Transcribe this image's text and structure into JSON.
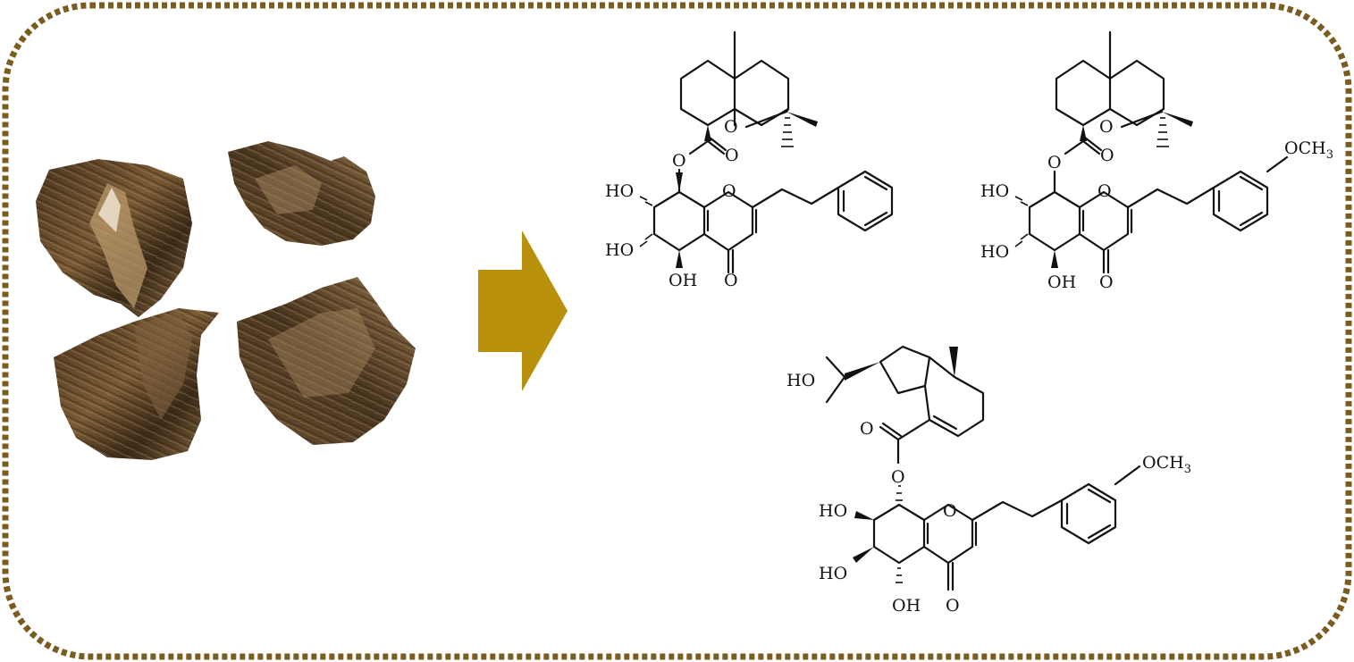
{
  "colors": {
    "frame": "#7a5c1e",
    "arrow": "#b8900c",
    "wood_dark": "#3a2a17",
    "wood_mid": "#6b4e2c",
    "wood_light": "#a88a62",
    "ink": "#111111"
  },
  "photo": {
    "subject": "agarwood-pieces"
  },
  "process_arrow": {
    "icon": "right-arrow-icon"
  },
  "labels": {
    "O": "O",
    "OH": "OH",
    "HO": "HO",
    "OCH": "OCH",
    "three": "3"
  }
}
